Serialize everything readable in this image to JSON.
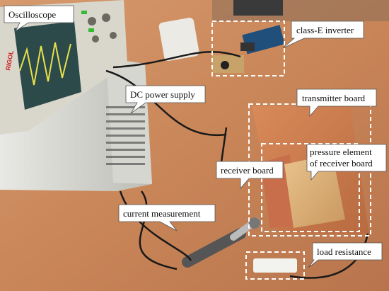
{
  "labels": {
    "oscilloscope": "Oscilloscope",
    "class_e_inverter": "class-E inverter",
    "dc_power_supply": "DC power supply",
    "transmitter_board": "transmitter board",
    "pressure_element_line1": "pressure element",
    "pressure_element_line2": "of receiver board",
    "receiver_board": "receiver board",
    "current_measurement": "current measurement",
    "load_resistance": "load resistance"
  },
  "scope_brand": "RIGOL"
}
